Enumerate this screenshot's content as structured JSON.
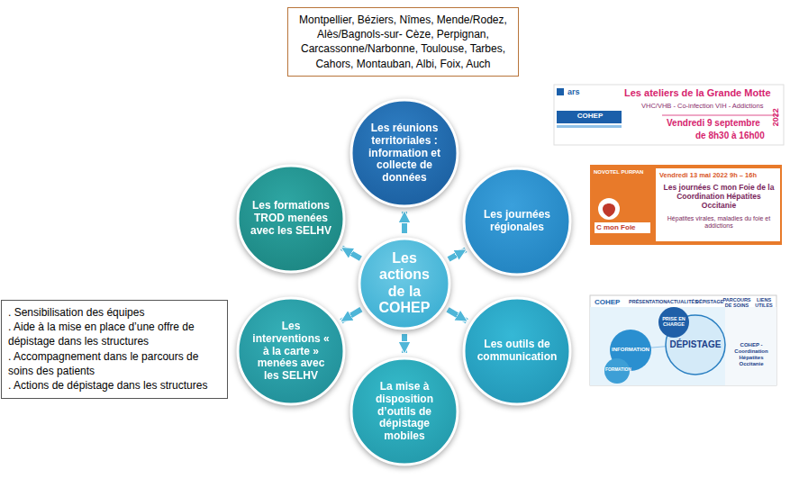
{
  "diagram": {
    "nodes": [
      {
        "text": [
          "Montpellier, Béziers, Nîmes, Mende/Rodez, Alès/Bagnols-sur- Cèze, Perpignan, Carcassonne/Narbonne, Toulouse, Tarbes, Cahors, Montauban, Albi, Foix, Auch"
        ]
      },
      {
        "text": [
          "Les réunions territoriales : information et collecte de données"
        ]
      },
      {
        "text": [
          "Les journées régionales"
        ]
      },
      {
        "text": [
          "Les outils de communication"
        ]
      },
      {
        "text": [
          "La mise à disposition d’outils de dépistage mobiles"
        ]
      },
      {
        "text": [
          "Les interventions « à la carte » menées avec les SELHV"
        ]
      },
      {
        "text": [
          "Les formations TROD menées avec les SELHV"
        ]
      },
      {
        "text": [
          "Les actions de la COHEP"
        ]
      },
      {
        "text": [
          ". Sensibilisation des équipes",
          ". Aide à la mise en place d’une offre de dépistage dans les structures",
          ". Accompagnement dans le parcours de soins des patients",
          ". Actions de dépistage dans les structures"
        ]
      }
    ],
    "edges": [
      {
        "from": 7,
        "to": 1,
        "arrow": "to"
      },
      {
        "from": 7,
        "to": 2,
        "arrow": "to"
      },
      {
        "from": 7,
        "to": 3,
        "arrow": "to"
      },
      {
        "from": 7,
        "to": 4,
        "arrow": "to"
      },
      {
        "from": 7,
        "to": 5,
        "arrow": "to"
      },
      {
        "from": 7,
        "to": 6,
        "arrow": "to"
      }
    ],
    "labels": [
      "ars",
      "Les ateliers de la Grande Motte",
      "VHC/VHB - Co-infection VIH - Addictions",
      "COHEP",
      "Vendredi 9 septembre",
      "de 8h30 à 16h00",
      "2022",
      "NOVOTEL PURPAN",
      "Vendredi 13 mai 2022 9h – 16h",
      "Les journées C mon Foie de la Coordination Hépatites Occitanie",
      "Hépatites virales, maladies du foie et addictions",
      "C mon Foie",
      "COHEP",
      "PRÉSENTATION",
      "ACTUALITÉS",
      "DÉPISTAGE",
      "PARCOURS DE SOINS",
      "LIENS UTILES",
      "PRISE EN CHARGE",
      "INFORMATION",
      "FORMATION",
      "DÉPISTAGE",
      "COHEP - Coordination Hépatites Occitanie"
    ]
  }
}
